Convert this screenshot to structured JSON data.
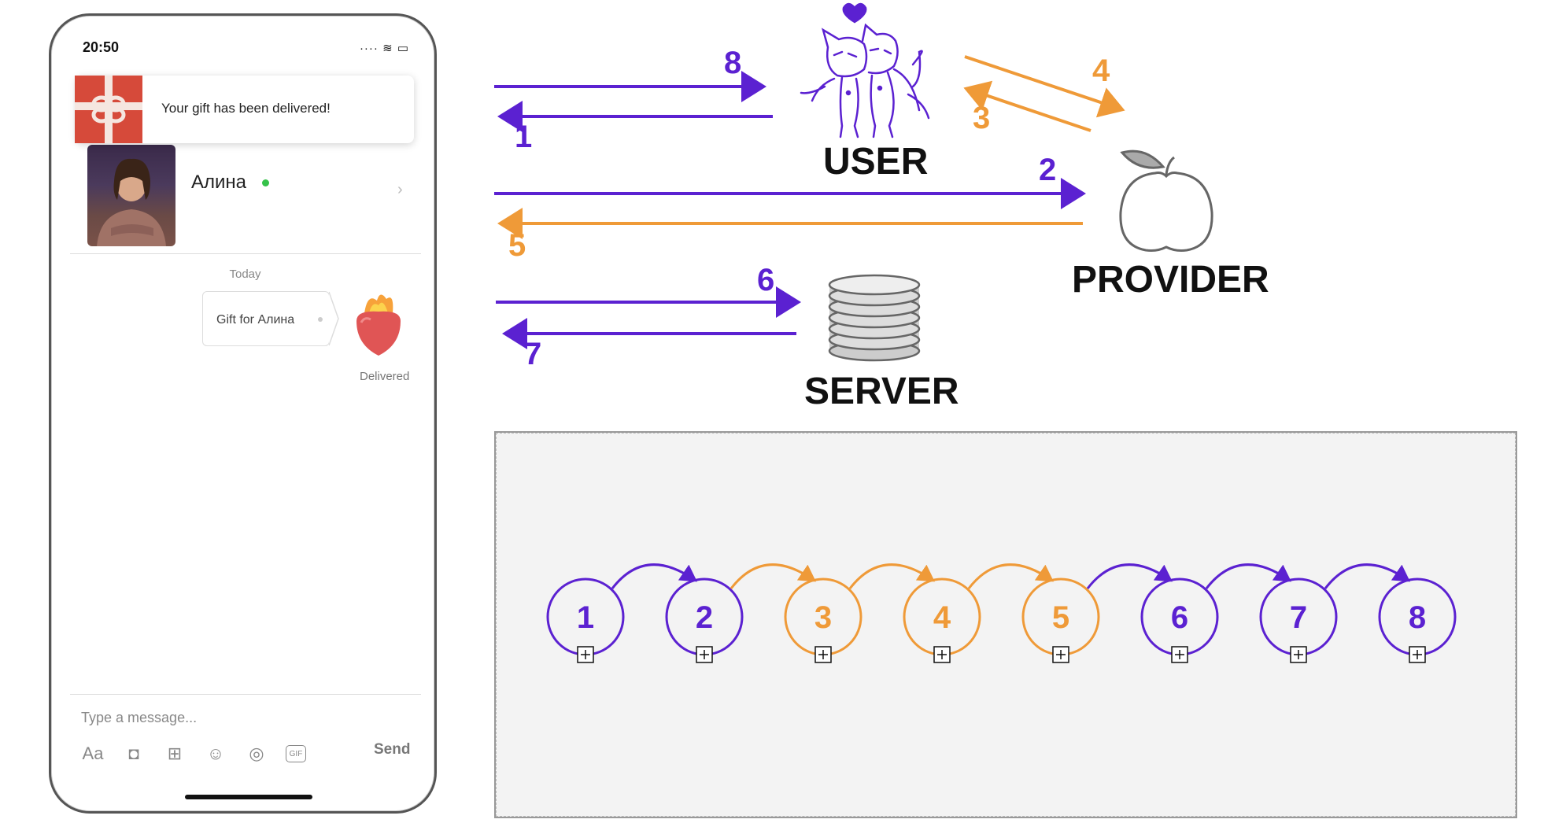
{
  "phone": {
    "status_time": "20:50",
    "status_icons": "···· ≋ ▭",
    "notification": {
      "text": "Your gift has been delivered!"
    },
    "contact": {
      "name": "Алина",
      "online": true
    },
    "date_separator": "Today",
    "message": {
      "text": "Gift for Алина",
      "status": "Delivered"
    },
    "composer": {
      "placeholder": "Type a message...",
      "send_label": "Send",
      "tools": [
        {
          "icon": "text-format-icon",
          "glyph": "Aa"
        },
        {
          "icon": "camera-icon",
          "glyph": "◘"
        },
        {
          "icon": "gift-icon",
          "glyph": "⊞"
        },
        {
          "icon": "emoji-icon",
          "glyph": "☺"
        },
        {
          "icon": "location-icon",
          "glyph": "◎"
        },
        {
          "icon": "gif-icon",
          "glyph": "GIF"
        }
      ]
    }
  },
  "diagram": {
    "colors": {
      "purple": "#5b21d1",
      "orange": "#ef9a38"
    },
    "nodes": {
      "user": "USER",
      "provider": "PROVIDER",
      "server": "SERVER"
    },
    "arrows": [
      {
        "id": "1",
        "color": "purple"
      },
      {
        "id": "2",
        "color": "purple"
      },
      {
        "id": "3",
        "color": "orange"
      },
      {
        "id": "4",
        "color": "orange"
      },
      {
        "id": "5",
        "color": "orange"
      },
      {
        "id": "6",
        "color": "purple"
      },
      {
        "id": "7",
        "color": "purple"
      },
      {
        "id": "8",
        "color": "purple"
      }
    ],
    "sequence": [
      {
        "label": "1",
        "color": "purple"
      },
      {
        "label": "2",
        "color": "purple"
      },
      {
        "label": "3",
        "color": "orange"
      },
      {
        "label": "4",
        "color": "orange"
      },
      {
        "label": "5",
        "color": "orange"
      },
      {
        "label": "6",
        "color": "purple"
      },
      {
        "label": "7",
        "color": "purple"
      },
      {
        "label": "8",
        "color": "purple"
      }
    ]
  }
}
